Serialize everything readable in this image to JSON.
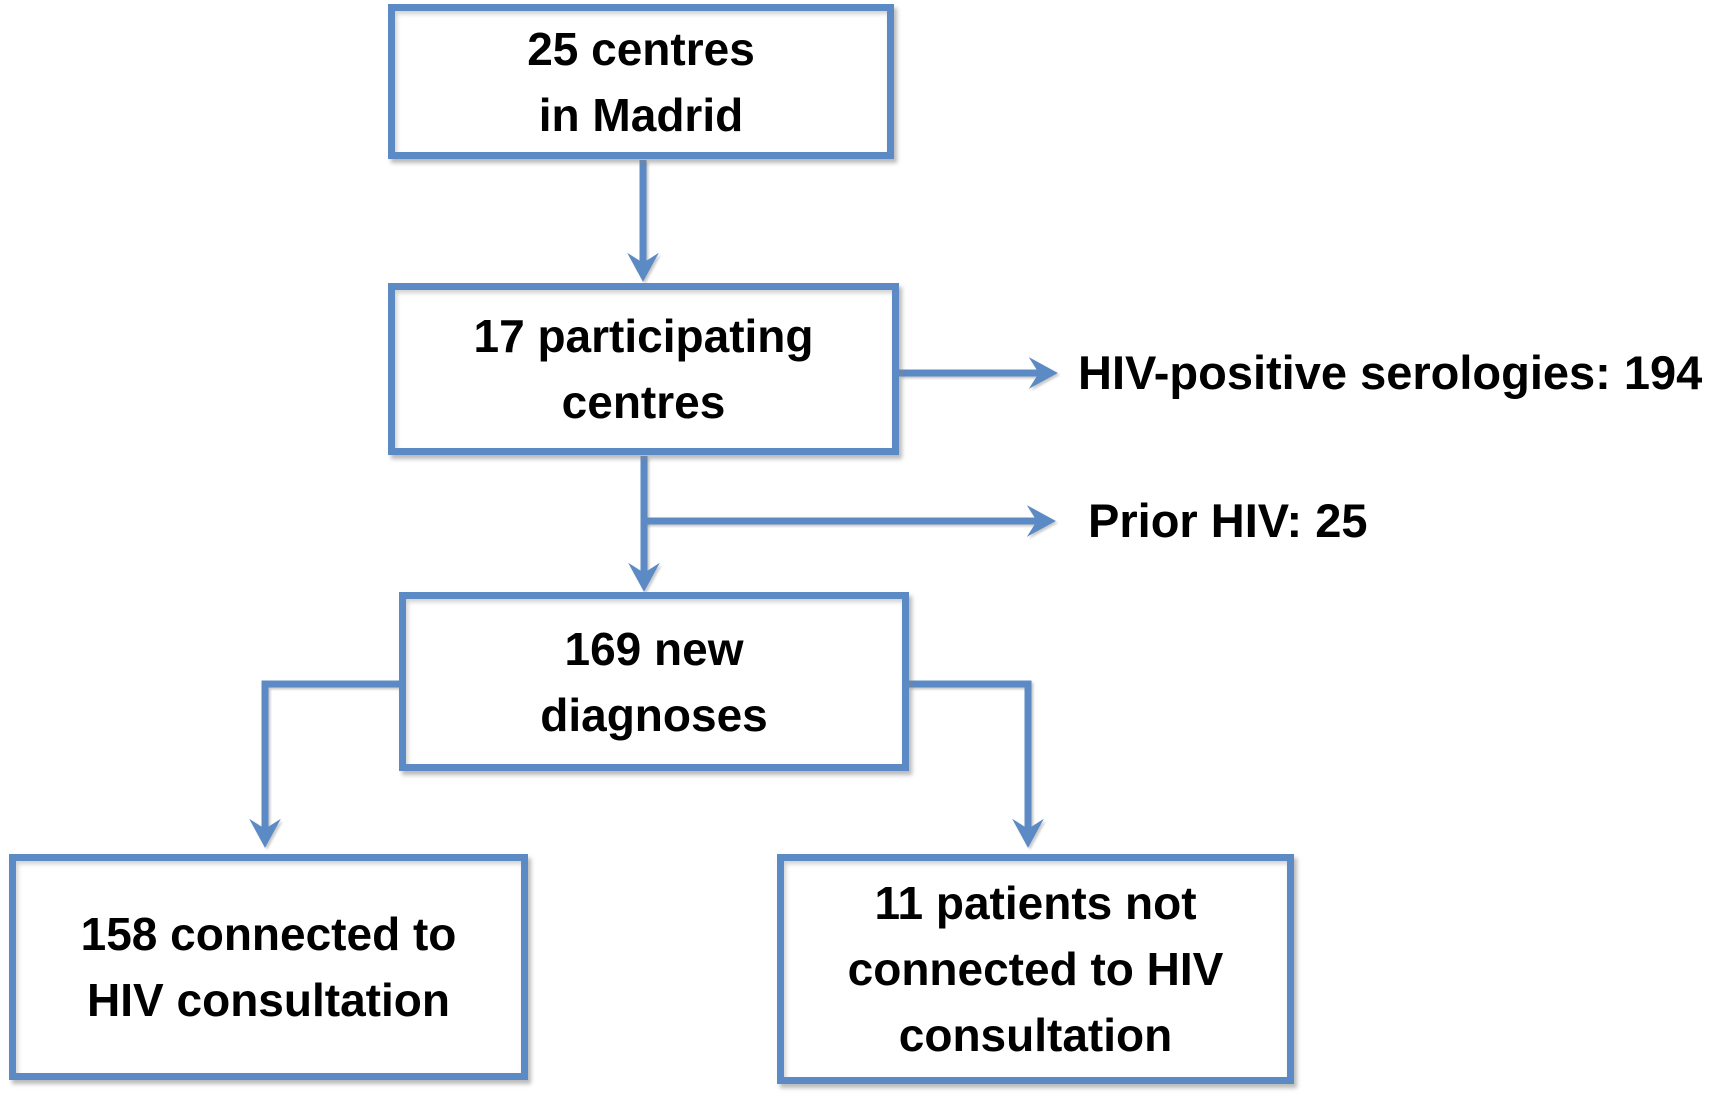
{
  "flowchart": {
    "colors": {
      "box_border": "#5b8ac4",
      "arrow": "#5b8ac4",
      "text": "#000000",
      "background": "#ffffff"
    },
    "nodes": [
      {
        "id": "centres-in-madrid",
        "lines": [
          "25 centres",
          "in Madrid"
        ]
      },
      {
        "id": "participating-centres",
        "lines": [
          "17 participating",
          "centres"
        ]
      },
      {
        "id": "new-diagnoses",
        "lines": [
          "169 new",
          "diagnoses"
        ]
      },
      {
        "id": "connected-consultation",
        "lines": [
          "158 connected to",
          "HIV consultation"
        ]
      },
      {
        "id": "not-connected-consultation",
        "lines": [
          "11 patients not",
          "connected to HIV",
          "consultation"
        ]
      }
    ],
    "annotations": [
      {
        "id": "hiv-positive-serologies",
        "text": "HIV-positive serologies: 194"
      },
      {
        "id": "prior-hiv",
        "text": "Prior HIV: 25"
      }
    ]
  }
}
